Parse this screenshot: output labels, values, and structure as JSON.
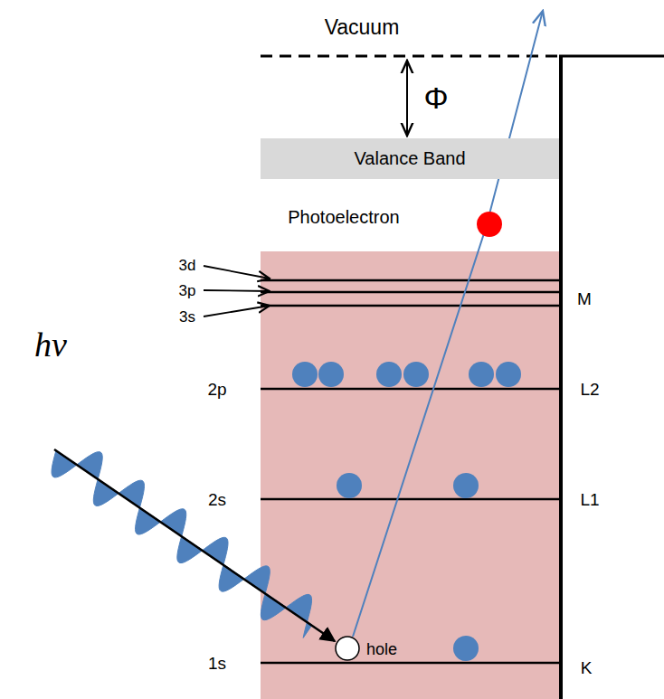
{
  "diagram": {
    "nodes": [
      {
        "text": [
          "Valance Band"
        ]
      }
    ],
    "labels": [
      "Vacuum",
      "Φ",
      "Photoelectron",
      "3d",
      "3p",
      "3s",
      "M",
      "2p",
      "L2",
      "2s",
      "L1",
      "1s",
      "K",
      "hv",
      "hole"
    ]
  }
}
